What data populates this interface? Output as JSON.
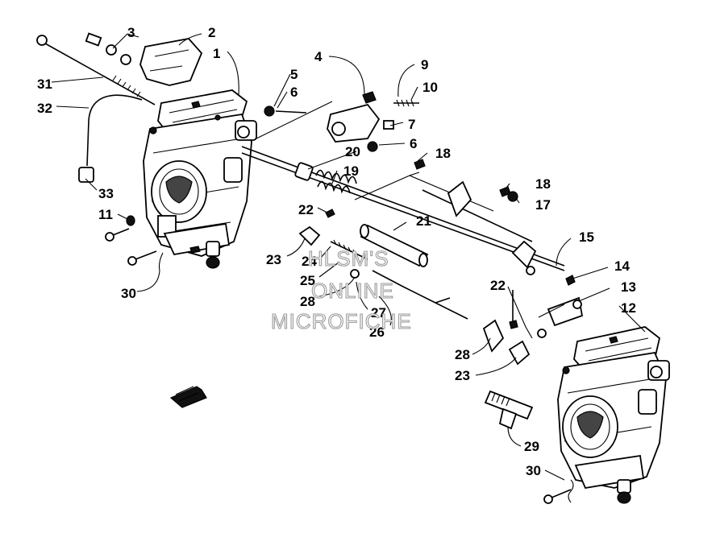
{
  "watermark": [
    "HLSM'S",
    "ONLINE",
    "MICROFICHE"
  ],
  "callouts": [
    {
      "id": "c1",
      "text": "1"
    },
    {
      "id": "c2",
      "text": "2"
    },
    {
      "id": "c3",
      "text": "3"
    },
    {
      "id": "c4",
      "text": "4"
    },
    {
      "id": "c5",
      "text": "5"
    },
    {
      "id": "c6a",
      "text": "6"
    },
    {
      "id": "c6b",
      "text": "6"
    },
    {
      "id": "c7",
      "text": "7"
    },
    {
      "id": "c9",
      "text": "9"
    },
    {
      "id": "c10",
      "text": "10"
    },
    {
      "id": "c11",
      "text": "11"
    },
    {
      "id": "c12",
      "text": "12"
    },
    {
      "id": "c13",
      "text": "13"
    },
    {
      "id": "c14",
      "text": "14"
    },
    {
      "id": "c15",
      "text": "15"
    },
    {
      "id": "c17",
      "text": "17"
    },
    {
      "id": "c18a",
      "text": "18"
    },
    {
      "id": "c18b",
      "text": "18"
    },
    {
      "id": "c19",
      "text": "19"
    },
    {
      "id": "c20",
      "text": "20"
    },
    {
      "id": "c21",
      "text": "21"
    },
    {
      "id": "c22a",
      "text": "22"
    },
    {
      "id": "c22b",
      "text": "22"
    },
    {
      "id": "c23a",
      "text": "23"
    },
    {
      "id": "c23b",
      "text": "23"
    },
    {
      "id": "c24",
      "text": "24"
    },
    {
      "id": "c25",
      "text": "25"
    },
    {
      "id": "c26",
      "text": "26"
    },
    {
      "id": "c27",
      "text": "27"
    },
    {
      "id": "c28a",
      "text": "28"
    },
    {
      "id": "c28b",
      "text": "28"
    },
    {
      "id": "c29",
      "text": "29"
    },
    {
      "id": "c30a",
      "text": "30"
    },
    {
      "id": "c30b",
      "text": "30"
    },
    {
      "id": "c31",
      "text": "31"
    },
    {
      "id": "c32",
      "text": "32"
    },
    {
      "id": "c33",
      "text": "33"
    }
  ]
}
